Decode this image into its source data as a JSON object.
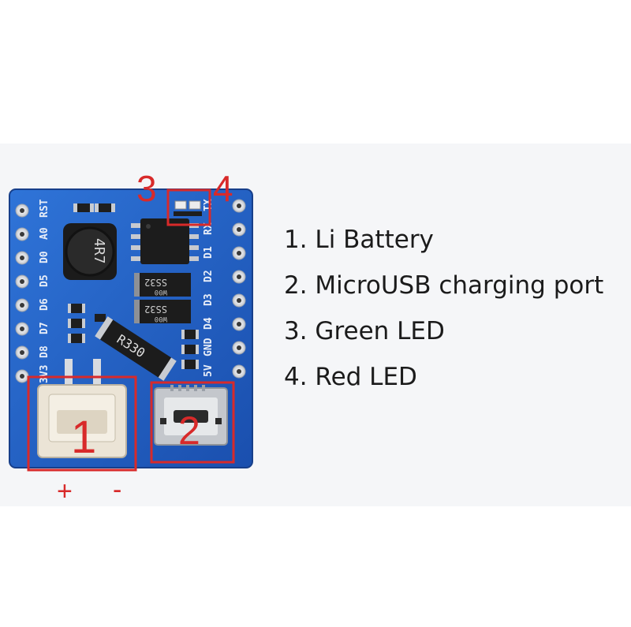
{
  "board": {
    "pin_labels_left": [
      "RST",
      "A0",
      "D0",
      "D5",
      "D6",
      "D7",
      "D8",
      "3V3"
    ],
    "pin_labels_right": [
      "TX",
      "RX",
      "D1",
      "D2",
      "D3",
      "D4",
      "GND",
      "5V"
    ],
    "inductor_label": "4R7",
    "resistor_label": "R330",
    "diode_labels": [
      "SS32",
      "SS32"
    ],
    "diode_sublabels": [
      "W00",
      "W00"
    ]
  },
  "callouts": {
    "battery_number": "1",
    "usb_number": "2",
    "green_led_number": "3",
    "red_led_number": "4",
    "plus_sign": "+",
    "minus_sign": "-"
  },
  "legend": [
    "1. Li Battery",
    "2. MicroUSB charging port",
    "3. Green LED",
    "4. Red LED"
  ],
  "colors": {
    "pcb_blue": "#1f5fc6",
    "callout_red": "#d82a2a",
    "connector_white": "#ebe4d6",
    "chip_black": "#1c1c1c"
  }
}
